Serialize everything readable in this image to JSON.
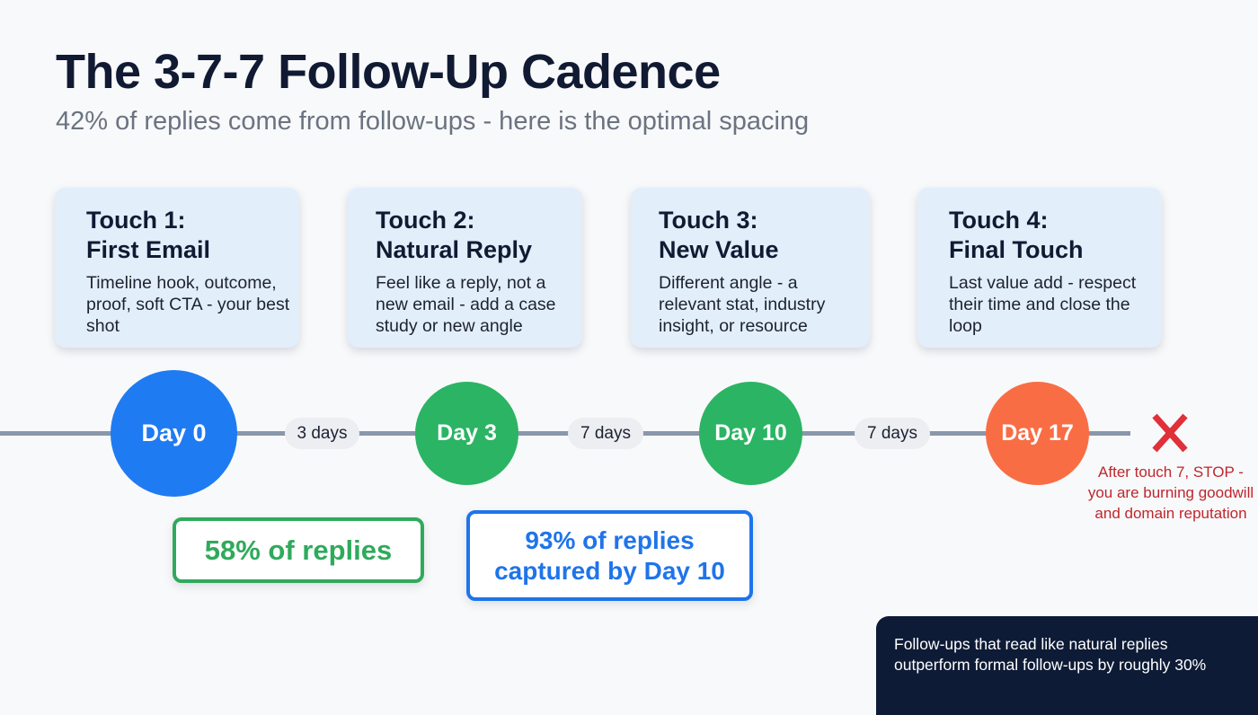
{
  "header": {
    "title": "The 3-7-7 Follow-Up Cadence",
    "subtitle": "42% of replies come from follow-ups - here is the optimal spacing"
  },
  "touches": [
    {
      "title_line1": "Touch 1:",
      "title_line2": "First Email",
      "description": "Timeline hook, outcome, proof, soft CTA - your best shot"
    },
    {
      "title_line1": "Touch 2:",
      "title_line2": "Natural Reply",
      "description": "Feel like a reply, not a new email - add a case study or new angle"
    },
    {
      "title_line1": "Touch 3:",
      "title_line2": "New Value",
      "description": "Different angle - a relevant stat, industry insight, or resource"
    },
    {
      "title_line1": "Touch 4:",
      "title_line2": "Final Touch",
      "description": "Last value add - respect their time and close the loop"
    }
  ],
  "timeline": {
    "days": [
      {
        "label": "Day 0",
        "color": "#1f7bf2"
      },
      {
        "label": "Day 3",
        "color": "#2bb463"
      },
      {
        "label": "Day 10",
        "color": "#2bb463"
      },
      {
        "label": "Day 17",
        "color": "#f96d45"
      }
    ],
    "gaps": [
      "3 days",
      "7 days",
      "7 days"
    ],
    "stop_icon": "x-icon",
    "stop_color": "#e0303a",
    "stop_note": "After touch 7, STOP - you are burning goodwill and domain reputation"
  },
  "stats": [
    {
      "text": "58% of replies",
      "color": "#2faa5c"
    },
    {
      "line1": "93% of replies",
      "line2": "captured by Day 10",
      "color": "#1f74ea"
    }
  ],
  "footer": {
    "line1": "Follow-ups that read like natural replies",
    "line2": "outperform formal follow-ups by roughly 30%"
  }
}
